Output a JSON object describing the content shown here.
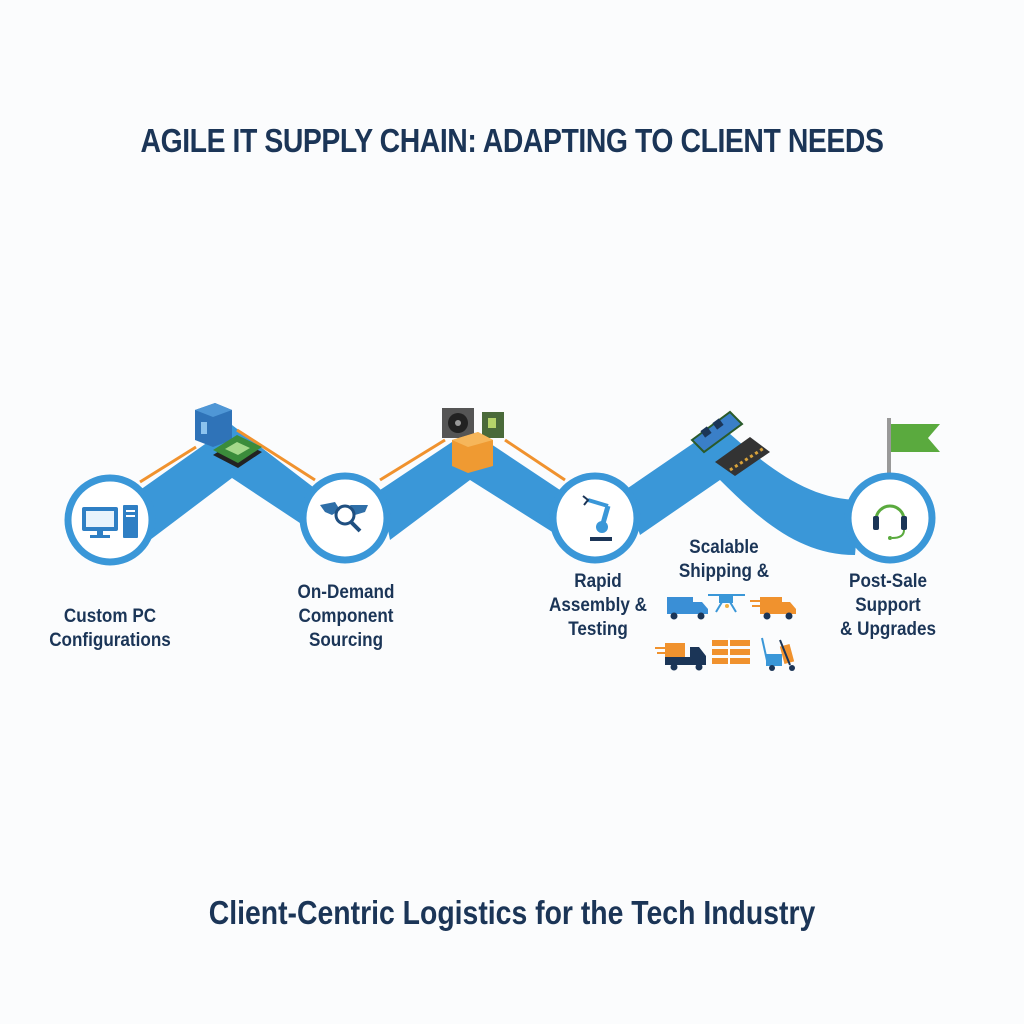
{
  "header": {
    "title": "AGILE IT SUPPLY CHAIN: ADAPTING TO CLIENT NEEDS"
  },
  "footer": {
    "subtitle": "Client-Centric Logistics for the Tech Industry"
  },
  "colors": {
    "ribbon": "#3a97d8",
    "ring": "#3a97d8",
    "connector": "#f0922e",
    "text": "#1b3557",
    "flag": "#5aaa3e"
  },
  "steps": [
    {
      "icon": "desktop-pc-icon",
      "lines": [
        "Custom PC",
        "Configurations"
      ]
    },
    {
      "icon": "global-search-icon",
      "lines": [
        "On-Demand",
        "Component",
        "Sourcing"
      ]
    },
    {
      "icon": "robot-arm-icon",
      "lines": [
        "Rapid",
        "Assembly &",
        "Testing"
      ]
    },
    {
      "icon": "shipping-fleet-icon",
      "lines": [
        "Scalable",
        "Shipping &"
      ]
    },
    {
      "icon": "headset-icon",
      "lines": [
        "Post-Sale",
        "Support",
        "& Upgrades"
      ]
    }
  ],
  "milestone_icons": [
    "package-box-icon",
    "circuit-board-icon",
    "cpu-fan-icon",
    "cardboard-box-icon",
    "ram-module-icon",
    "ssd-module-icon",
    "finish-flag-icon"
  ],
  "shipping_icons": [
    "delivery-truck-icon",
    "drone-icon",
    "fast-delivery-truck-icon",
    "express-truck-icon",
    "pallet-icon",
    "hand-truck-icon"
  ]
}
